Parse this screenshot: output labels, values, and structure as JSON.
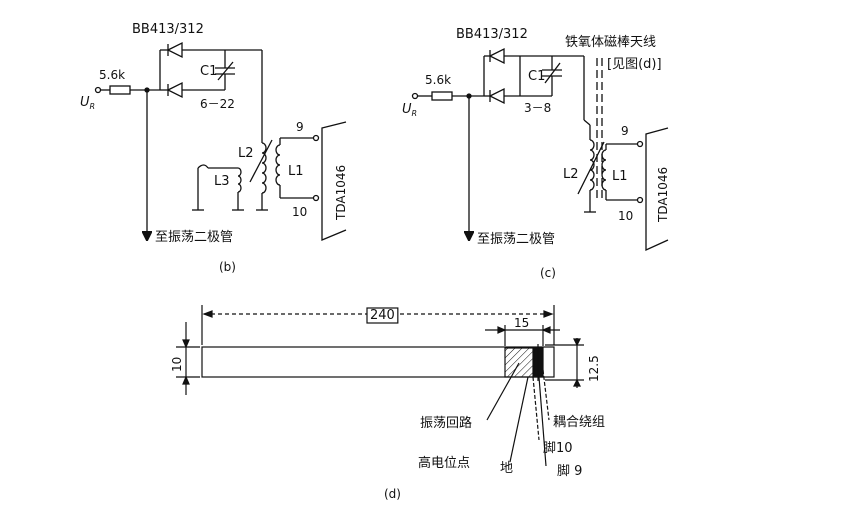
{
  "panel_b": {
    "diode_label": "BB413/312",
    "resistor_label": "5.6k",
    "input_label": "U",
    "input_subscript": "R",
    "capacitor_label": "C1",
    "capacitor_range": "6－22",
    "coil_l2": "L2",
    "coil_l3": "L3",
    "coil_l1": "L1",
    "pin_top": "9",
    "pin_bottom": "10",
    "chip": "TDA1046",
    "arrow_text": "至振荡二极管",
    "caption": "(b)"
  },
  "panel_c": {
    "diode_label": "BB413/312",
    "antenna_label": "铁氧体磁棒天线",
    "antenna_ref": "[见图(d)]",
    "resistor_label": "5.6k",
    "input_label": "U",
    "input_subscript": "R",
    "capacitor_label": "C1",
    "capacitor_range": "3－8",
    "coil_l2": "L2",
    "coil_l1": "L1",
    "pin_top": "9",
    "pin_bottom": "10",
    "chip": "TDA1046",
    "arrow_text": "至振荡二极管",
    "caption": "(c)"
  },
  "panel_d": {
    "length": "240",
    "winding_width": "15",
    "diameter": "10",
    "winding_diameter": "12.5",
    "label_osc_loop": "振荡回路",
    "label_high_potential": "高电位点",
    "label_ground": "地",
    "label_coupling": "耦合绕组",
    "label_pin10": "脚10",
    "label_pin9": "脚 9",
    "caption": "(d)"
  }
}
